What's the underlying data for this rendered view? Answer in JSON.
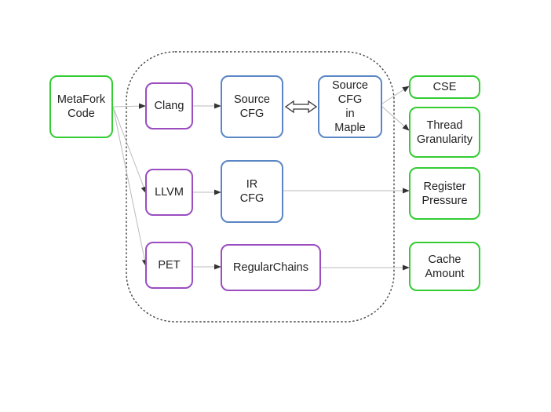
{
  "colors": {
    "green": "#33cc33",
    "purple": "#9b4dc0",
    "blue": "#5b86c5",
    "edge": "#bbbbbb",
    "arrowhead": "#333333",
    "cluster": "#444444"
  },
  "nodes": {
    "metafork": {
      "label": "MetaFork\nCode",
      "group": "green"
    },
    "clang": {
      "label": "Clang",
      "group": "purple"
    },
    "llvm": {
      "label": "LLVM",
      "group": "purple"
    },
    "pet": {
      "label": "PET",
      "group": "purple"
    },
    "source_cfg": {
      "label": "Source\nCFG",
      "group": "blue"
    },
    "ir_cfg": {
      "label": "IR\nCFG",
      "group": "blue"
    },
    "source_cfg_maple": {
      "label": "Source\nCFG\nin\nMaple",
      "group": "blue"
    },
    "regularchains": {
      "label": "RegularChains",
      "group": "purple"
    },
    "cse": {
      "label": "CSE",
      "group": "green"
    },
    "thread_granularity": {
      "label": "Thread\nGranularity",
      "group": "green"
    },
    "register_pressure": {
      "label": "Register\nPressure",
      "group": "green"
    },
    "cache_amount": {
      "label": "Cache\nAmount",
      "group": "green"
    }
  },
  "edges": [
    {
      "from": "metafork",
      "to": "clang",
      "type": "arrow"
    },
    {
      "from": "metafork",
      "to": "llvm",
      "type": "arrow"
    },
    {
      "from": "metafork",
      "to": "pet",
      "type": "arrow"
    },
    {
      "from": "clang",
      "to": "source_cfg",
      "type": "arrow"
    },
    {
      "from": "llvm",
      "to": "ir_cfg",
      "type": "arrow"
    },
    {
      "from": "pet",
      "to": "regularchains",
      "type": "arrow"
    },
    {
      "from": "source_cfg",
      "to": "source_cfg_maple",
      "type": "bidirectional"
    },
    {
      "from": "source_cfg_maple",
      "to": "cse",
      "type": "arrow"
    },
    {
      "from": "source_cfg_maple",
      "to": "thread_granularity",
      "type": "arrow"
    },
    {
      "from": "ir_cfg",
      "to": "register_pressure",
      "type": "arrow"
    },
    {
      "from": "regularchains",
      "to": "cache_amount",
      "type": "arrow"
    }
  ]
}
